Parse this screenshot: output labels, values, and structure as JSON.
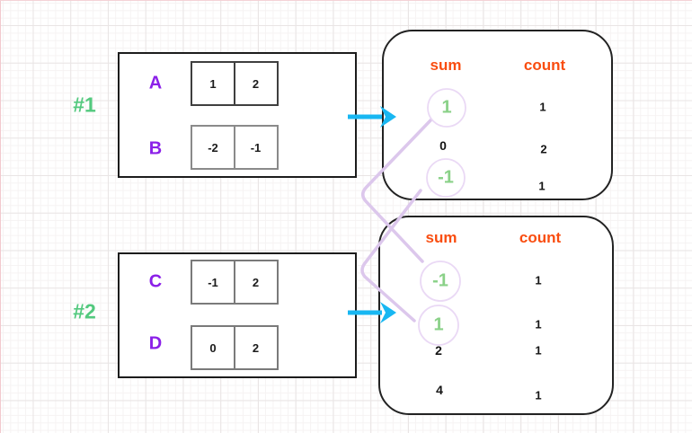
{
  "diagram": {
    "examples": [
      {
        "label": "#1",
        "arrays": [
          {
            "name": "A",
            "values": [
              "1",
              "2"
            ]
          },
          {
            "name": "B",
            "values": [
              "-2",
              "-1"
            ]
          }
        ],
        "result_table": {
          "headers": {
            "sum": "sum",
            "count": "count"
          },
          "rows": [
            {
              "sum": "1",
              "count": "1",
              "highlighted": true
            },
            {
              "sum": "0",
              "count": "2",
              "highlighted": false
            },
            {
              "sum": "-1",
              "count": "1",
              "highlighted": true
            }
          ]
        }
      },
      {
        "label": "#2",
        "arrays": [
          {
            "name": "C",
            "values": [
              "-1",
              "2"
            ]
          },
          {
            "name": "D",
            "values": [
              "0",
              "2"
            ]
          }
        ],
        "result_table": {
          "headers": {
            "sum": "sum",
            "count": "count"
          },
          "rows": [
            {
              "sum": "-1",
              "count": "1",
              "highlighted": true
            },
            {
              "sum": "1",
              "count": "1",
              "highlighted": true
            },
            {
              "sum": "2",
              "count": "1",
              "highlighted": false
            },
            {
              "sum": "4",
              "count": "1",
              "highlighted": false
            }
          ]
        }
      }
    ],
    "connections": [
      {
        "from": "example1 sum 1",
        "to": "example2 sum -1"
      },
      {
        "from": "example1 sum -1",
        "to": "example2 sum 1"
      }
    ],
    "colors": {
      "array_label_purple": "#8b20e8",
      "example_label_green": "#53c97e",
      "table_header_orange": "#f94d10",
      "highlight_green": "#8ad188",
      "highlight_circle_lavender": "#ead9f5",
      "connector_lavender": "#dcc7ec",
      "arrow_cyan": "#18b7f2"
    }
  }
}
